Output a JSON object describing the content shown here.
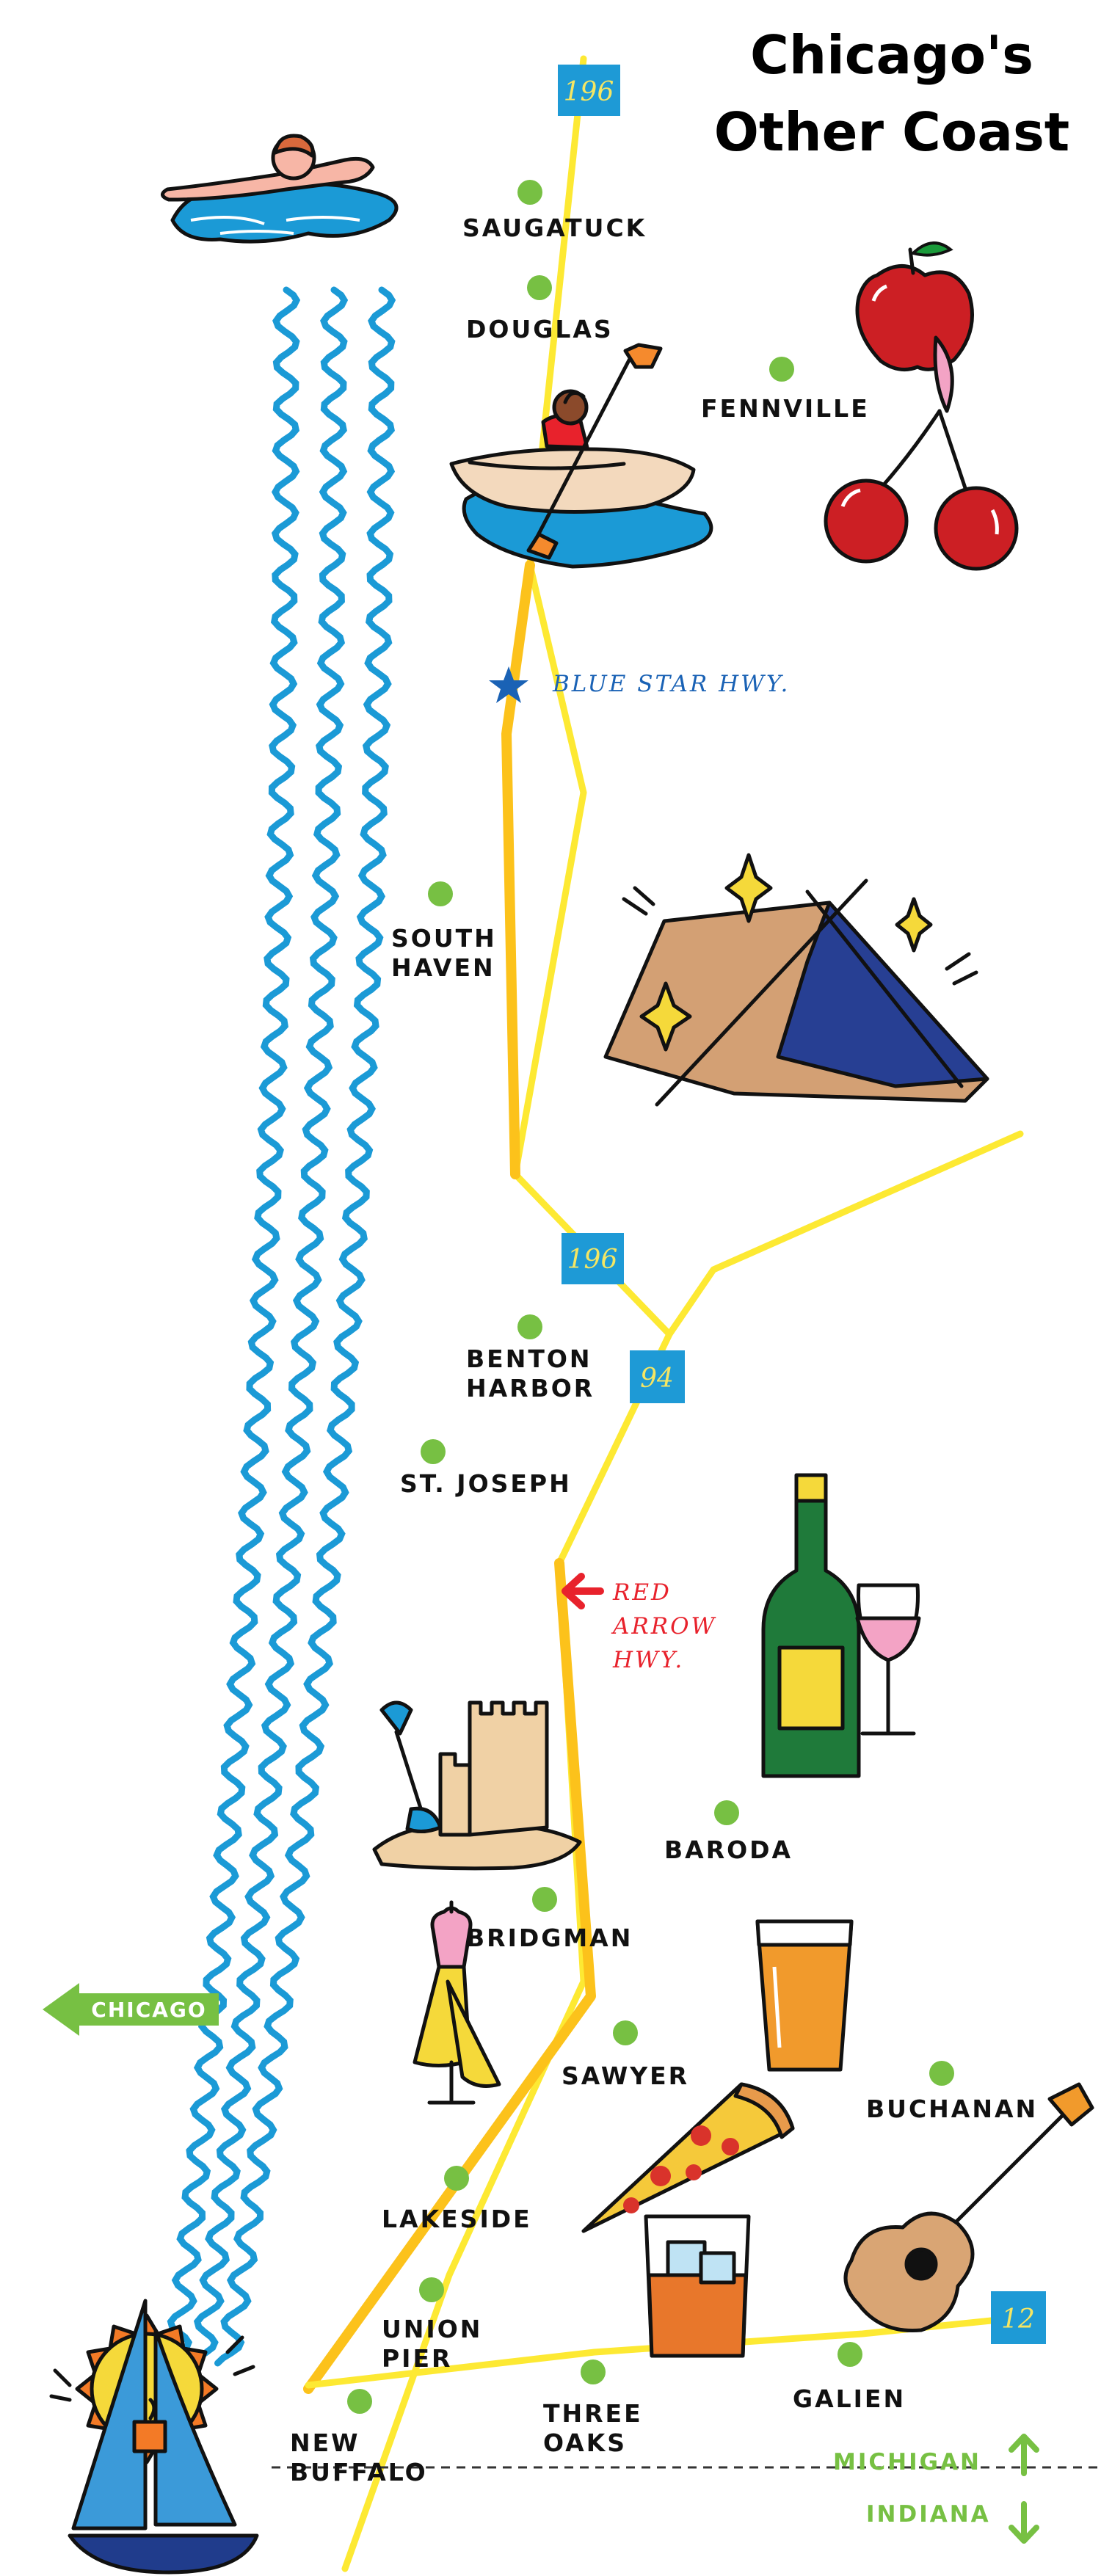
{
  "title": {
    "line1": "Chicago's",
    "line2": "Other Coast"
  },
  "colors": {
    "road_yellow": "#fde933",
    "road_gold": "#fcc21b",
    "lake_blue": "#1b9ad6",
    "dot_green": "#77c043",
    "shield_blue": "#1e9ad6",
    "blue_star": "#1a62b5",
    "red_arrow": "#e8222c"
  },
  "places": [
    {
      "id": "saugatuck",
      "lines": [
        "SAUGATUCK"
      ]
    },
    {
      "id": "douglas",
      "lines": [
        "DOUGLAS"
      ]
    },
    {
      "id": "fennville",
      "lines": [
        "FENNVILLE"
      ]
    },
    {
      "id": "south-haven",
      "lines": [
        "SOUTH",
        "HAVEN"
      ]
    },
    {
      "id": "benton-harbor",
      "lines": [
        "BENTON",
        "HARBOR"
      ]
    },
    {
      "id": "st-joseph",
      "lines": [
        "ST. JOSEPH"
      ]
    },
    {
      "id": "baroda",
      "lines": [
        "BARODA"
      ]
    },
    {
      "id": "bridgman",
      "lines": [
        "BRIDGMAN"
      ]
    },
    {
      "id": "sawyer",
      "lines": [
        "SAWYER"
      ]
    },
    {
      "id": "buchanan",
      "lines": [
        "BUCHANAN"
      ]
    },
    {
      "id": "lakeside",
      "lines": [
        "LAKESIDE"
      ]
    },
    {
      "id": "union-pier",
      "lines": [
        "UNION",
        "PIER"
      ]
    },
    {
      "id": "new-buffalo",
      "lines": [
        "NEW",
        "BUFFALO"
      ]
    },
    {
      "id": "three-oaks",
      "lines": [
        "THREE",
        "OAKS"
      ]
    },
    {
      "id": "galien",
      "lines": [
        "GALIEN"
      ]
    }
  ],
  "shields": {
    "top_196": "196",
    "mid_196": "196",
    "i94": "94",
    "us12": "12"
  },
  "highways": {
    "blue_star": "BLUE STAR HWY.",
    "red_arrow": [
      "RED",
      "ARROW",
      "HWY."
    ]
  },
  "chicago_sign": "CHICAGO",
  "states": {
    "michigan": "MICHIGAN",
    "indiana": "INDIANA"
  },
  "icons": [
    "swimmer-icon",
    "kayaker-icon",
    "apple-icon",
    "cherries-icon",
    "tent-icon",
    "wine-bottle-icon",
    "wine-glass-icon",
    "sandcastle-icon",
    "dress-form-icon",
    "beer-glass-icon",
    "pizza-slice-icon",
    "whiskey-glass-icon",
    "guitar-icon",
    "sun-sailboat-icon"
  ]
}
